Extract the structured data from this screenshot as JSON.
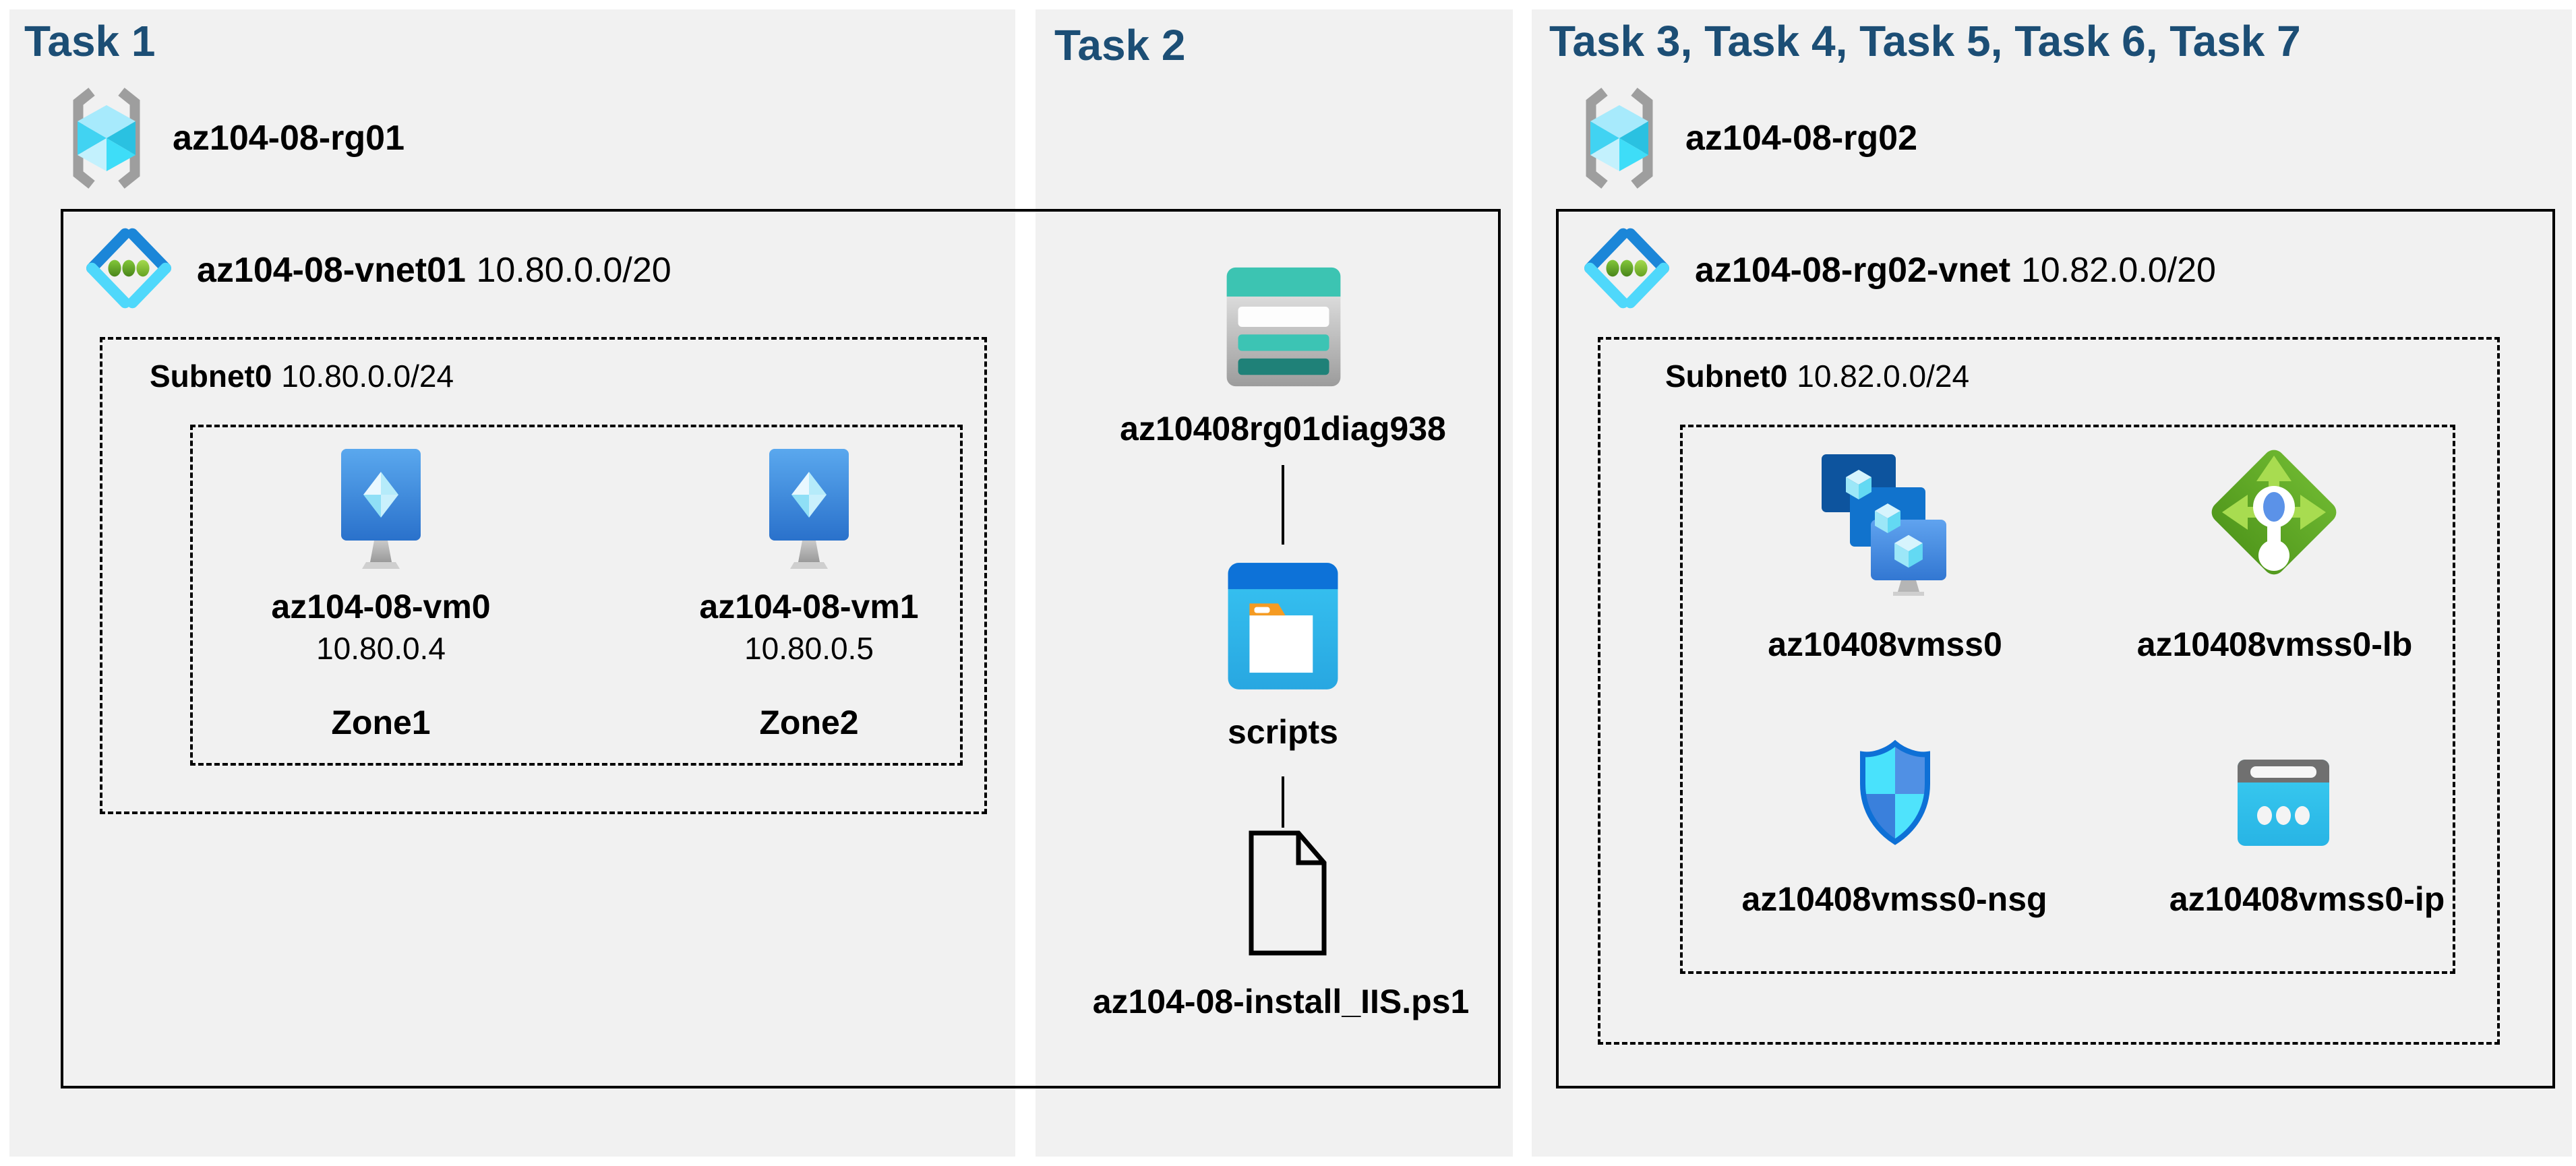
{
  "colors": {
    "panel_bg": "#f1f1f1",
    "title_text": "#1c4e75",
    "label_text": "#000000",
    "box_border": "#000000",
    "vm_blue": "#2a71cb",
    "storage_teal": "#3cc4b2",
    "folder_cyan": "#2fb9ec",
    "lb_green": "#6cb52f",
    "nsg_blue": "#0e70d6",
    "ip_cyan": "#3acdf1"
  },
  "icons": {
    "resource_group": "resource-group-icon",
    "vnet": "virtual-network-icon",
    "vm": "virtual-machine-icon",
    "storage": "storage-account-icon",
    "folder": "scripts-folder-icon",
    "file": "powershell-file-icon",
    "vmss": "vm-scale-set-icon",
    "lb": "load-balancer-icon",
    "nsg": "network-security-group-icon",
    "ip": "public-ip-icon"
  },
  "panels": {
    "task1": {
      "title": "Task 1",
      "resource_group": "az104-08-rg01",
      "vnet_name": "az104-08-vnet01",
      "vnet_cidr": "10.80.0.0/20",
      "subnet_name": "Subnet0",
      "subnet_cidr": "10.80.0.0/24",
      "vms": [
        {
          "name": "az104-08-vm0",
          "ip": "10.80.0.4",
          "zone": "Zone1"
        },
        {
          "name": "az104-08-vm1",
          "ip": "10.80.0.5",
          "zone": "Zone2"
        }
      ]
    },
    "task2": {
      "title": "Task 2",
      "storage_account": "az10408rg01diag938",
      "folder": "scripts",
      "script_file": "az104-08-install_IIS.ps1"
    },
    "task3": {
      "title": "Task 3, Task 4, Task 5, Task 6, Task 7",
      "resource_group": "az104-08-rg02",
      "vnet_name": "az104-08-rg02-vnet",
      "vnet_cidr": "10.82.0.0/20",
      "subnet_name": "Subnet0",
      "subnet_cidr": "10.82.0.0/24",
      "resources": [
        {
          "name": "az10408vmss0"
        },
        {
          "name": "az10408vmss0-lb"
        },
        {
          "name": "az10408vmss0-nsg"
        },
        {
          "name": "az10408vmss0-ip"
        }
      ]
    }
  }
}
